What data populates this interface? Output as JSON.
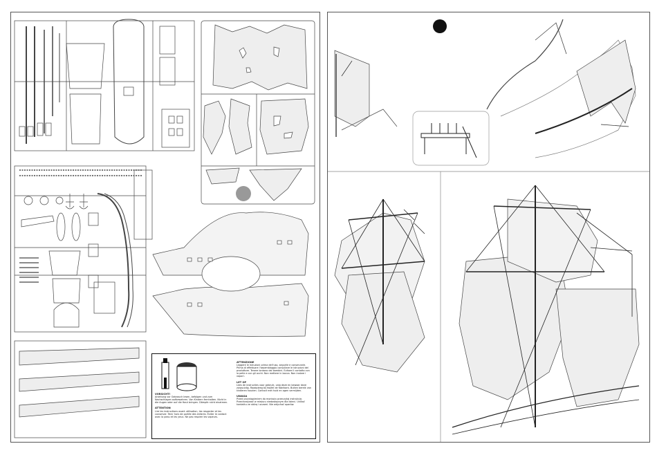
{
  "warning_box": {
    "sections": [
      {
        "heading": "ATTENZIONE",
        "body": "Leggere le istruzioni prima dell'uso, seguirle e conservarle. Prima di effettuare l'assemblaggio consultare le istruzioni del produttore. Tenere lontano dai bambini. Evitare il contatto con la pelle e con gli occhi. Non mettere in bocca. Non inalare i vapori."
      },
      {
        "heading": "LET OP",
        "body": "Lees de instructies voor gebruik, volg deze en bewaar deze zorgvuldig. Raadpleeg bij twijfel de fabrikant. Buiten bereik van kinderen houden. Contact met huid en ogen vermijden."
      },
      {
        "heading": "UWAGA",
        "body": "Przed przystąpieniem do montażu przeczytaj instrukcję. Przechowywać w miejscu niedostępnym dla dzieci. Unikać kontaktu ze skórą i oczami. Nie wdychać oparów."
      },
      {
        "heading": "VORSICHT!",
        "body": "Anleitung vor Gebrauch lesen, befolgen und zum Nachschlagen aufbewahren. Von Kindern fernhalten. Nicht in die Augen oder auf die Haut bringen. Dämpfe nicht einatmen."
      },
      {
        "heading": "ATTENTION",
        "body": "Lire les instructions avant utilisation, les respecter et les conserver. Tenir hors de portée des enfants. Éviter le contact avec la peau et les yeux. Ne pas respirer les vapeurs."
      }
    ]
  },
  "colors": {
    "line": "#444444",
    "accent": "#111111",
    "grey": "#999999"
  }
}
